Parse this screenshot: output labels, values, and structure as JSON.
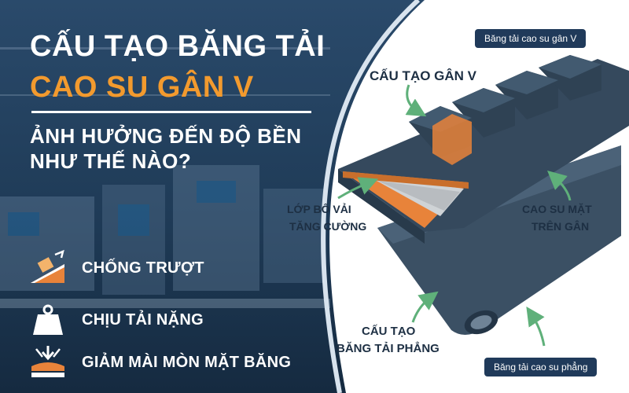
{
  "title": {
    "line1": "CẤU TẠO BĂNG TẢI",
    "line2": "CAO SU GÂN V",
    "subtitle_line1": "ẢNH HƯỞNG ĐẾN ĐỘ BỀN",
    "subtitle_line2": "NHƯ THẾ NÀO?"
  },
  "features": [
    {
      "label": "CHỐNG TRƯỢT",
      "icon": "slope-box-icon"
    },
    {
      "label": "CHỊU TẢI NẶNG",
      "icon": "weight-icon"
    },
    {
      "label": "GIẢM MÀI MÒN MẶT BĂNG",
      "icon": "abrasion-icon"
    }
  ],
  "diagram": {
    "badge_top": "Băng tải cao su gân V",
    "badge_bottom": "Băng tải cao su phẳng",
    "label_v_structure": "CẤU TẠO GÂN V",
    "label_fabric_line1": "LỚP BỐ VẢI",
    "label_fabric_line2": "TĂNG CƯỜNG",
    "label_top_rubber_line1": "CAO SU MẶT",
    "label_top_rubber_line2": "TRÊN GÂN",
    "label_flat_line1": "CẤU TẠO",
    "label_flat_line2": "BĂNG TẢI PHẲNG"
  },
  "colors": {
    "accent_orange": "#f29a2e",
    "navy": "#1f3b57",
    "belt_dark": "#34495c",
    "arrow_green": "#5fb07a"
  }
}
